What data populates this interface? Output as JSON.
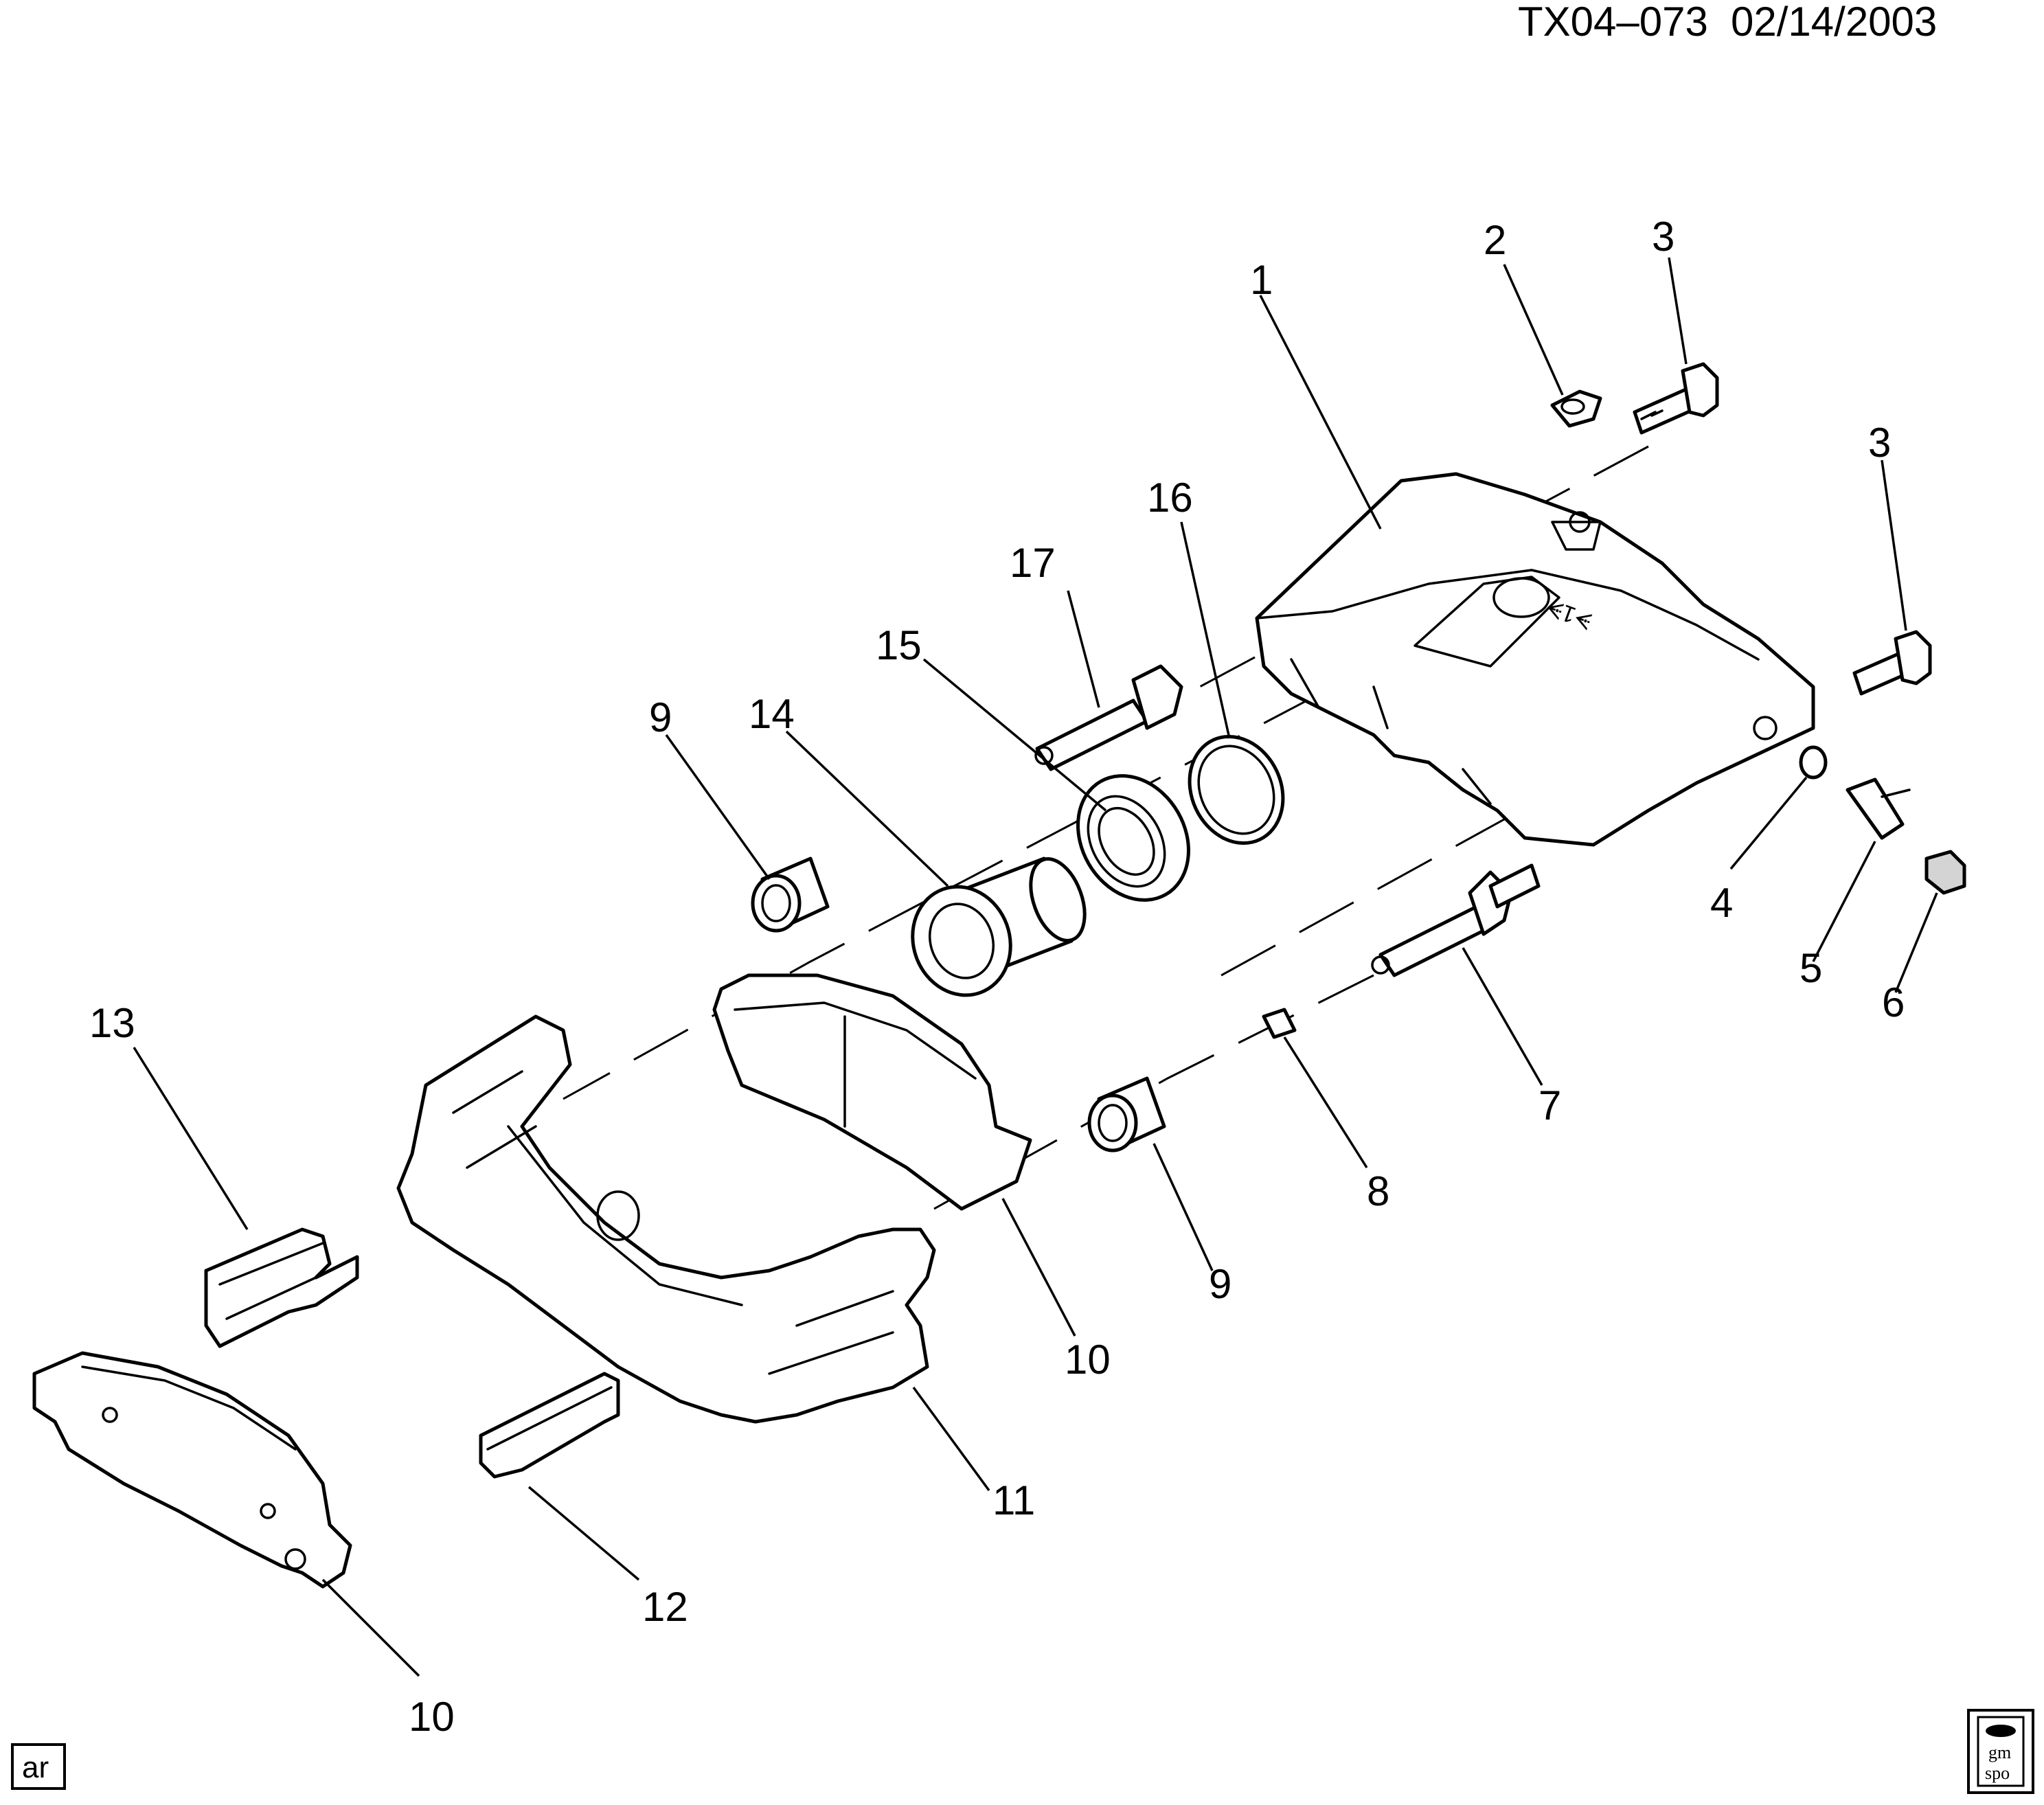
{
  "header": {
    "code": "TX04–073",
    "date": "02/14/2003"
  },
  "callouts": [
    "1",
    "2",
    "3",
    "3",
    "4",
    "5",
    "6",
    "7",
    "8",
    "9",
    "9",
    "10",
    "10",
    "11",
    "12",
    "13",
    "14",
    "15",
    "16",
    "17"
  ],
  "corner": {
    "language_tag": "ar",
    "logo_top": "gm",
    "logo_bottom": "spo"
  },
  "caliper_stamp": "ᗔ1ᗔ"
}
